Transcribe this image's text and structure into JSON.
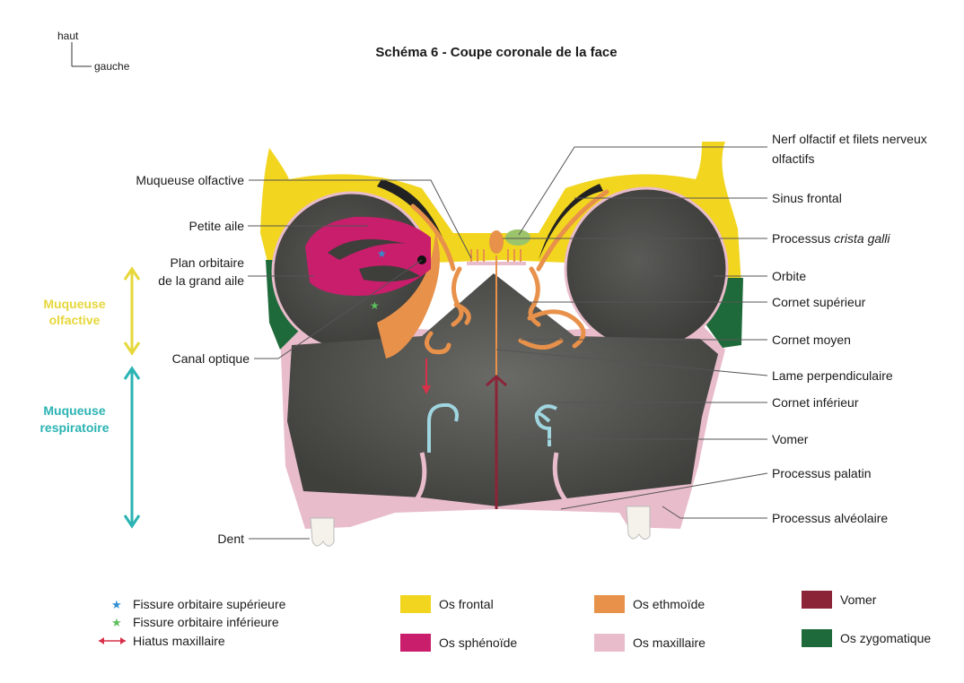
{
  "title": "Schéma 6 - Coupe coronale de la face",
  "orientation": {
    "up": "haut",
    "left": "gauche"
  },
  "labels_left": {
    "muqueuse_olfactive": "Muqueuse olfactive",
    "petite_aile": "Petite aile",
    "plan_orbitaire_1": "Plan orbitaire",
    "plan_orbitaire_2": "de la grand aile",
    "canal_optique": "Canal optique",
    "dent": "Dent"
  },
  "labels_right": {
    "nerf_1": "Nerf olfactif et filets nerveux",
    "nerf_2": "olfactifs",
    "sinus_frontal": "Sinus frontal",
    "crista_prefix": "Processus ",
    "crista_italic": "crista galli",
    "orbite": "Orbite",
    "cornet_superieur": "Cornet supérieur",
    "cornet_moyen": "Cornet moyen",
    "lame_perpendiculaire": "Lame perpendiculaire",
    "cornet_inferieur": "Cornet inférieur",
    "vomer": "Vomer",
    "processus_palatin": "Processus palatin",
    "processus_alveolaire": "Processus alvéolaire"
  },
  "zones": {
    "olfactive_1": "Muqueuse",
    "olfactive_2": "olfactive",
    "respiratoire_1": "Muqueuse",
    "respiratoire_2": "respiratoire"
  },
  "legend": {
    "symbols": [
      {
        "label": "Fissure orbitaire supérieure",
        "icon": "blue-star",
        "color": "#2f8fd0"
      },
      {
        "label": "Fissure orbitaire inférieure",
        "icon": "green-star",
        "color": "#5cbf5c"
      },
      {
        "label": "Hiatus maxillaire",
        "icon": "red-double-arrow",
        "color": "#d9304a"
      }
    ],
    "swatches": [
      {
        "label": "Os frontal",
        "color": "#f2d51f"
      },
      {
        "label": "Os sphénoïde",
        "color": "#c81e6b"
      },
      {
        "label": "Os ethmoïde",
        "color": "#e8914a"
      },
      {
        "label": "Os maxillaire",
        "color": "#e8bccb"
      },
      {
        "label": "Vomer",
        "color": "#8c2438"
      },
      {
        "label": "Os zygomatique",
        "color": "#1f6a3a"
      }
    ]
  },
  "colors": {
    "olfactive": "#e6d73a",
    "respiratoire": "#2bb3b3",
    "cavity": "#4b4b48"
  }
}
